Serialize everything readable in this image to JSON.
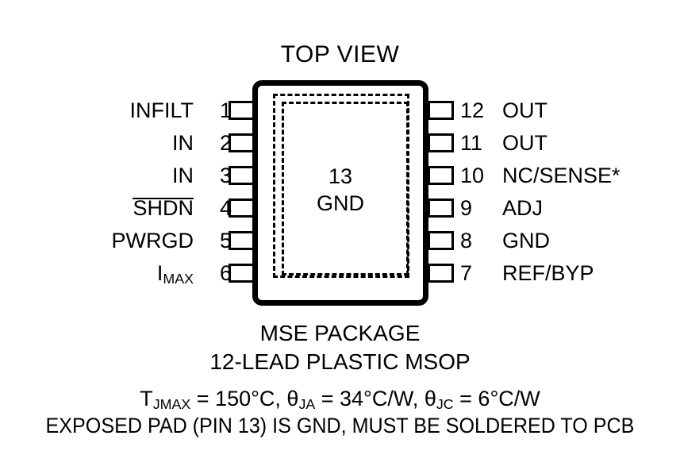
{
  "diagram": {
    "title": "TOP VIEW",
    "package_name": "MSE PACKAGE",
    "package_desc": "12-LEAD PLASTIC MSOP",
    "exposed_pad_note": "EXPOSED PAD (PIN 13) IS GND, MUST BE SOLDERED TO PCB",
    "line_color": "#000000",
    "background_color": "#ffffff",
    "center_pad": {
      "number": "13",
      "label": "GND"
    },
    "thermal": {
      "tj_symbol": "T",
      "tj_sub": "JMAX",
      "tj_eq": " = 150°C, ",
      "theta_ja_symbol": "θ",
      "theta_ja_sub": "JA",
      "theta_ja_eq": " = 34°C/W, ",
      "theta_jc_symbol": "θ",
      "theta_jc_sub": "JC",
      "theta_jc_eq": " = 6°C/W"
    },
    "pins_left": [
      {
        "number": "1",
        "label": "INFILT",
        "overbar": false
      },
      {
        "number": "2",
        "label": "IN",
        "overbar": false
      },
      {
        "number": "3",
        "label": "IN",
        "overbar": false
      },
      {
        "number": "4",
        "label": "SHDN",
        "overbar": true
      },
      {
        "number": "5",
        "label": "PWRGD",
        "overbar": false
      },
      {
        "number": "6",
        "label": "I",
        "sub": "MAX",
        "overbar": false
      }
    ],
    "pins_right": [
      {
        "number": "12",
        "label": "OUT"
      },
      {
        "number": "11",
        "label": "OUT"
      },
      {
        "number": "10",
        "label": "NC/SENSE*"
      },
      {
        "number": "9",
        "label": "ADJ"
      },
      {
        "number": "8",
        "label": "GND"
      },
      {
        "number": "7",
        "label": "REF/BYP"
      }
    ]
  }
}
